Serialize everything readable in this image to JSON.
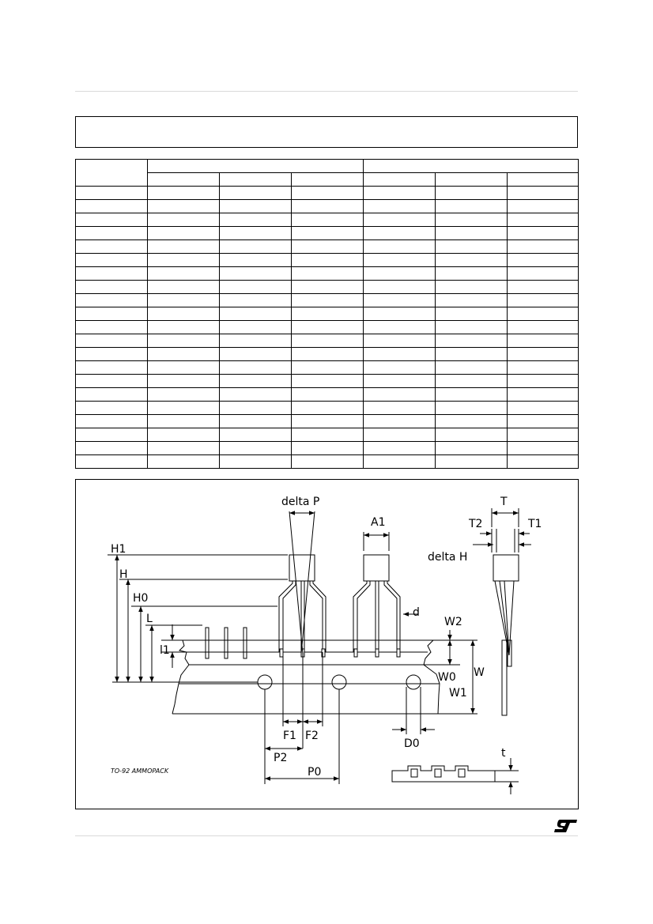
{
  "labels": {
    "delta_p": "delta  P",
    "a1": "A1",
    "t": "T",
    "t2": "T2",
    "t1": "T1",
    "delta_h": "delta  H",
    "h1": "H1",
    "h": "H",
    "h0": "H0",
    "l": "L",
    "l1": "l1",
    "d": "d",
    "w2": "W2",
    "w0": "W0",
    "w": "W",
    "w1": "W1",
    "f1": "F1",
    "f2": "F2",
    "d0": "D0",
    "p2": "P2",
    "p0": "P0",
    "t_small": "t",
    "caption": "TO-92  AMMOPACK"
  },
  "table": {
    "group_headers": [
      "",
      "",
      ""
    ],
    "sub_headers": [
      "",
      "",
      "",
      "",
      "",
      ""
    ],
    "rows": [
      [
        "",
        "",
        "",
        "",
        "",
        "",
        ""
      ],
      [
        "",
        "",
        "",
        "",
        "",
        "",
        ""
      ],
      [
        "",
        "",
        "",
        "",
        "",
        "",
        ""
      ],
      [
        "",
        "",
        "",
        "",
        "",
        "",
        ""
      ],
      [
        "",
        "",
        "",
        "",
        "",
        "",
        ""
      ],
      [
        "",
        "",
        "",
        "",
        "",
        "",
        ""
      ],
      [
        "",
        "",
        "",
        "",
        "",
        "",
        ""
      ],
      [
        "",
        "",
        "",
        "",
        "",
        "",
        ""
      ],
      [
        "",
        "",
        "",
        "",
        "",
        "",
        ""
      ],
      [
        "",
        "",
        "",
        "",
        "",
        "",
        ""
      ],
      [
        "",
        "",
        "",
        "",
        "",
        "",
        ""
      ],
      [
        "",
        "",
        "",
        "",
        "",
        "",
        ""
      ],
      [
        "",
        "",
        "",
        "",
        "",
        "",
        ""
      ],
      [
        "",
        "",
        "",
        "",
        "",
        "",
        ""
      ],
      [
        "",
        "",
        "",
        "",
        "",
        "",
        ""
      ],
      [
        "",
        "",
        "",
        "",
        "",
        "",
        ""
      ],
      [
        "",
        "",
        "",
        "",
        "",
        "",
        ""
      ],
      [
        "",
        "",
        "",
        "",
        "",
        "",
        ""
      ],
      [
        "",
        "",
        "",
        "",
        "",
        "",
        ""
      ],
      [
        "",
        "",
        "",
        "",
        "",
        "",
        ""
      ],
      [
        "",
        "",
        "",
        "",
        "",
        "",
        ""
      ]
    ]
  },
  "logo": "ST"
}
